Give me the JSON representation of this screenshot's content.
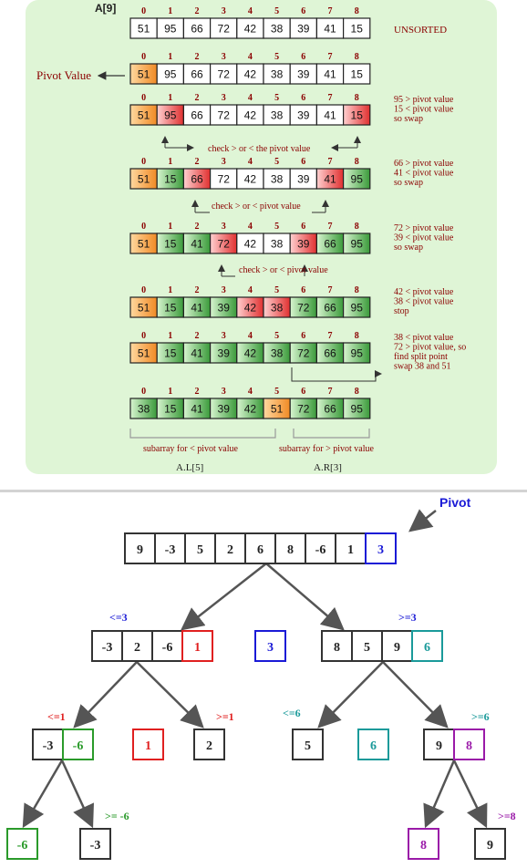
{
  "top": {
    "array_name": "A[9]",
    "indices": [
      "0",
      "1",
      "2",
      "3",
      "4",
      "5",
      "6",
      "7",
      "8"
    ],
    "pivot_label": "Pivot Value",
    "colors": {
      "pivot": "#f08a24",
      "green": "#3a9a3a",
      "red": "#e03030",
      "white": "#ffffff",
      "note": "#8b0000"
    },
    "rows": [
      {
        "cells": [
          [
            "51",
            "w"
          ],
          [
            "95",
            "w"
          ],
          [
            "66",
            "w"
          ],
          [
            "72",
            "w"
          ],
          [
            "42",
            "w"
          ],
          [
            "38",
            "w"
          ],
          [
            "39",
            "w"
          ],
          [
            "41",
            "w"
          ],
          [
            "15",
            "w"
          ]
        ],
        "note": [
          "UNSORTED"
        ]
      },
      {
        "cells": [
          [
            "51",
            "o"
          ],
          [
            "95",
            "w"
          ],
          [
            "66",
            "w"
          ],
          [
            "72",
            "w"
          ],
          [
            "42",
            "w"
          ],
          [
            "38",
            "w"
          ],
          [
            "39",
            "w"
          ],
          [
            "41",
            "w"
          ],
          [
            "15",
            "w"
          ]
        ],
        "note": []
      },
      {
        "cells": [
          [
            "51",
            "o"
          ],
          [
            "95",
            "r"
          ],
          [
            "66",
            "w"
          ],
          [
            "72",
            "w"
          ],
          [
            "42",
            "w"
          ],
          [
            "38",
            "w"
          ],
          [
            "39",
            "w"
          ],
          [
            "41",
            "w"
          ],
          [
            "15",
            "r"
          ]
        ],
        "note": [
          "95 > pivot value",
          "15 < pivot value",
          "so swap"
        ],
        "check": "check > or < the pivot value"
      },
      {
        "cells": [
          [
            "51",
            "o"
          ],
          [
            "15",
            "g"
          ],
          [
            "66",
            "r"
          ],
          [
            "72",
            "w"
          ],
          [
            "42",
            "w"
          ],
          [
            "38",
            "w"
          ],
          [
            "39",
            "w"
          ],
          [
            "41",
            "r"
          ],
          [
            "95",
            "g"
          ]
        ],
        "note": [
          "66 > pivot value",
          "41 < pivot value",
          "so swap"
        ],
        "check": "check > or < pivot value"
      },
      {
        "cells": [
          [
            "51",
            "o"
          ],
          [
            "15",
            "g"
          ],
          [
            "41",
            "g"
          ],
          [
            "72",
            "r"
          ],
          [
            "42",
            "w"
          ],
          [
            "38",
            "w"
          ],
          [
            "39",
            "r"
          ],
          [
            "66",
            "g"
          ],
          [
            "95",
            "g"
          ]
        ],
        "note": [
          "72 > pivot value",
          "39 < pivot value",
          "so swap"
        ],
        "check": "check > or < pivot value"
      },
      {
        "cells": [
          [
            "51",
            "o"
          ],
          [
            "15",
            "g"
          ],
          [
            "41",
            "g"
          ],
          [
            "39",
            "g"
          ],
          [
            "42",
            "r"
          ],
          [
            "38",
            "r"
          ],
          [
            "72",
            "g"
          ],
          [
            "66",
            "g"
          ],
          [
            "95",
            "g"
          ]
        ],
        "note": [
          "42 < pivot value",
          "38 < pivot value",
          "stop"
        ]
      },
      {
        "cells": [
          [
            "51",
            "o"
          ],
          [
            "15",
            "g"
          ],
          [
            "41",
            "g"
          ],
          [
            "39",
            "g"
          ],
          [
            "42",
            "g"
          ],
          [
            "38",
            "g"
          ],
          [
            "72",
            "g"
          ],
          [
            "66",
            "g"
          ],
          [
            "95",
            "g"
          ]
        ],
        "note": [
          "38 < pivot value",
          "72 > pivot value, so",
          "find split point",
          "swap 38 and 51"
        ]
      },
      {
        "cells": [
          [
            "38",
            "g"
          ],
          [
            "15",
            "g"
          ],
          [
            "41",
            "g"
          ],
          [
            "39",
            "g"
          ],
          [
            "42",
            "g"
          ],
          [
            "51",
            "o"
          ],
          [
            "72",
            "g"
          ],
          [
            "66",
            "g"
          ],
          [
            "95",
            "g"
          ]
        ],
        "note": []
      }
    ],
    "sub_left": "subarray for < pivot value",
    "sub_right": "subarray for > pivot value",
    "left_name": "A.L[5]",
    "right_name": "A.R[3]"
  },
  "tree": {
    "pivot_label": "Pivot",
    "colors": {
      "black": "#333333",
      "blue": "#1a1ad6",
      "red": "#e02020",
      "teal": "#1a9a9a",
      "green": "#2a9a2a",
      "purple": "#9a1aa8",
      "arrow": "#555555"
    },
    "root": [
      "9",
      "-3",
      "5",
      "2",
      "6",
      "8",
      "-6",
      "1",
      "3"
    ],
    "l1_left": [
      "-3",
      "2",
      "-6",
      "1"
    ],
    "l1_mid": "3",
    "l1_right": [
      "8",
      "5",
      "9",
      "6"
    ],
    "le3": "<=3",
    "ge3": ">=3",
    "l2": {
      "a": [
        "-3",
        "-6"
      ],
      "b": "1",
      "c": "2",
      "d": "5",
      "e": "6",
      "f": [
        "9",
        "8"
      ]
    },
    "le1": "<=1",
    "ge1": ">=1",
    "le6": "<=6",
    "ge6": ">=6",
    "l3": {
      "a": "-6",
      "b": "-3",
      "c": "8",
      "d": "9"
    },
    "gem6": ">= -6",
    "ge8": ">=8"
  }
}
